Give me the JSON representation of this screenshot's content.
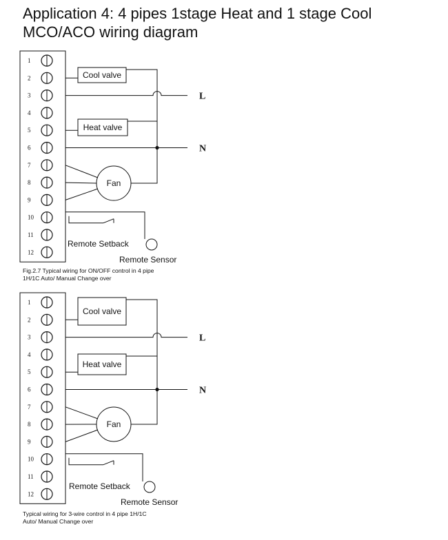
{
  "title": {
    "line1": "Application 4: 4 pipes 1stage Heat and 1 stage Cool",
    "line2": "MCO/ACO wiring diagram"
  },
  "terminals": [
    "1",
    "2",
    "3",
    "4",
    "5",
    "6",
    "7",
    "8",
    "9",
    "10",
    "11",
    "12"
  ],
  "diagram1": {
    "cool_valve": "Cool valve",
    "heat_valve": "Heat valve",
    "fan": "Fan",
    "line_l": "L",
    "line_n": "N",
    "remote_setback": "Remote Setback",
    "remote_sensor": "Remote Sensor",
    "caption_line1": "Fig.2.7 Typical wiring for ON/OFF control in 4 pipe",
    "caption_line2": "1H/1C Auto/ Manual Change over"
  },
  "diagram2": {
    "cool_valve": "Cool valve",
    "heat_valve": "Heat valve",
    "fan": "Fan",
    "line_l": "L",
    "line_n": "N",
    "remote_setback": "Remote Setback",
    "remote_sensor": "Remote Sensor",
    "caption_line1": "Typical wiring for 3-wire control in 4 pipe 1H/1C",
    "caption_line2": "Auto/ Manual Change over"
  }
}
